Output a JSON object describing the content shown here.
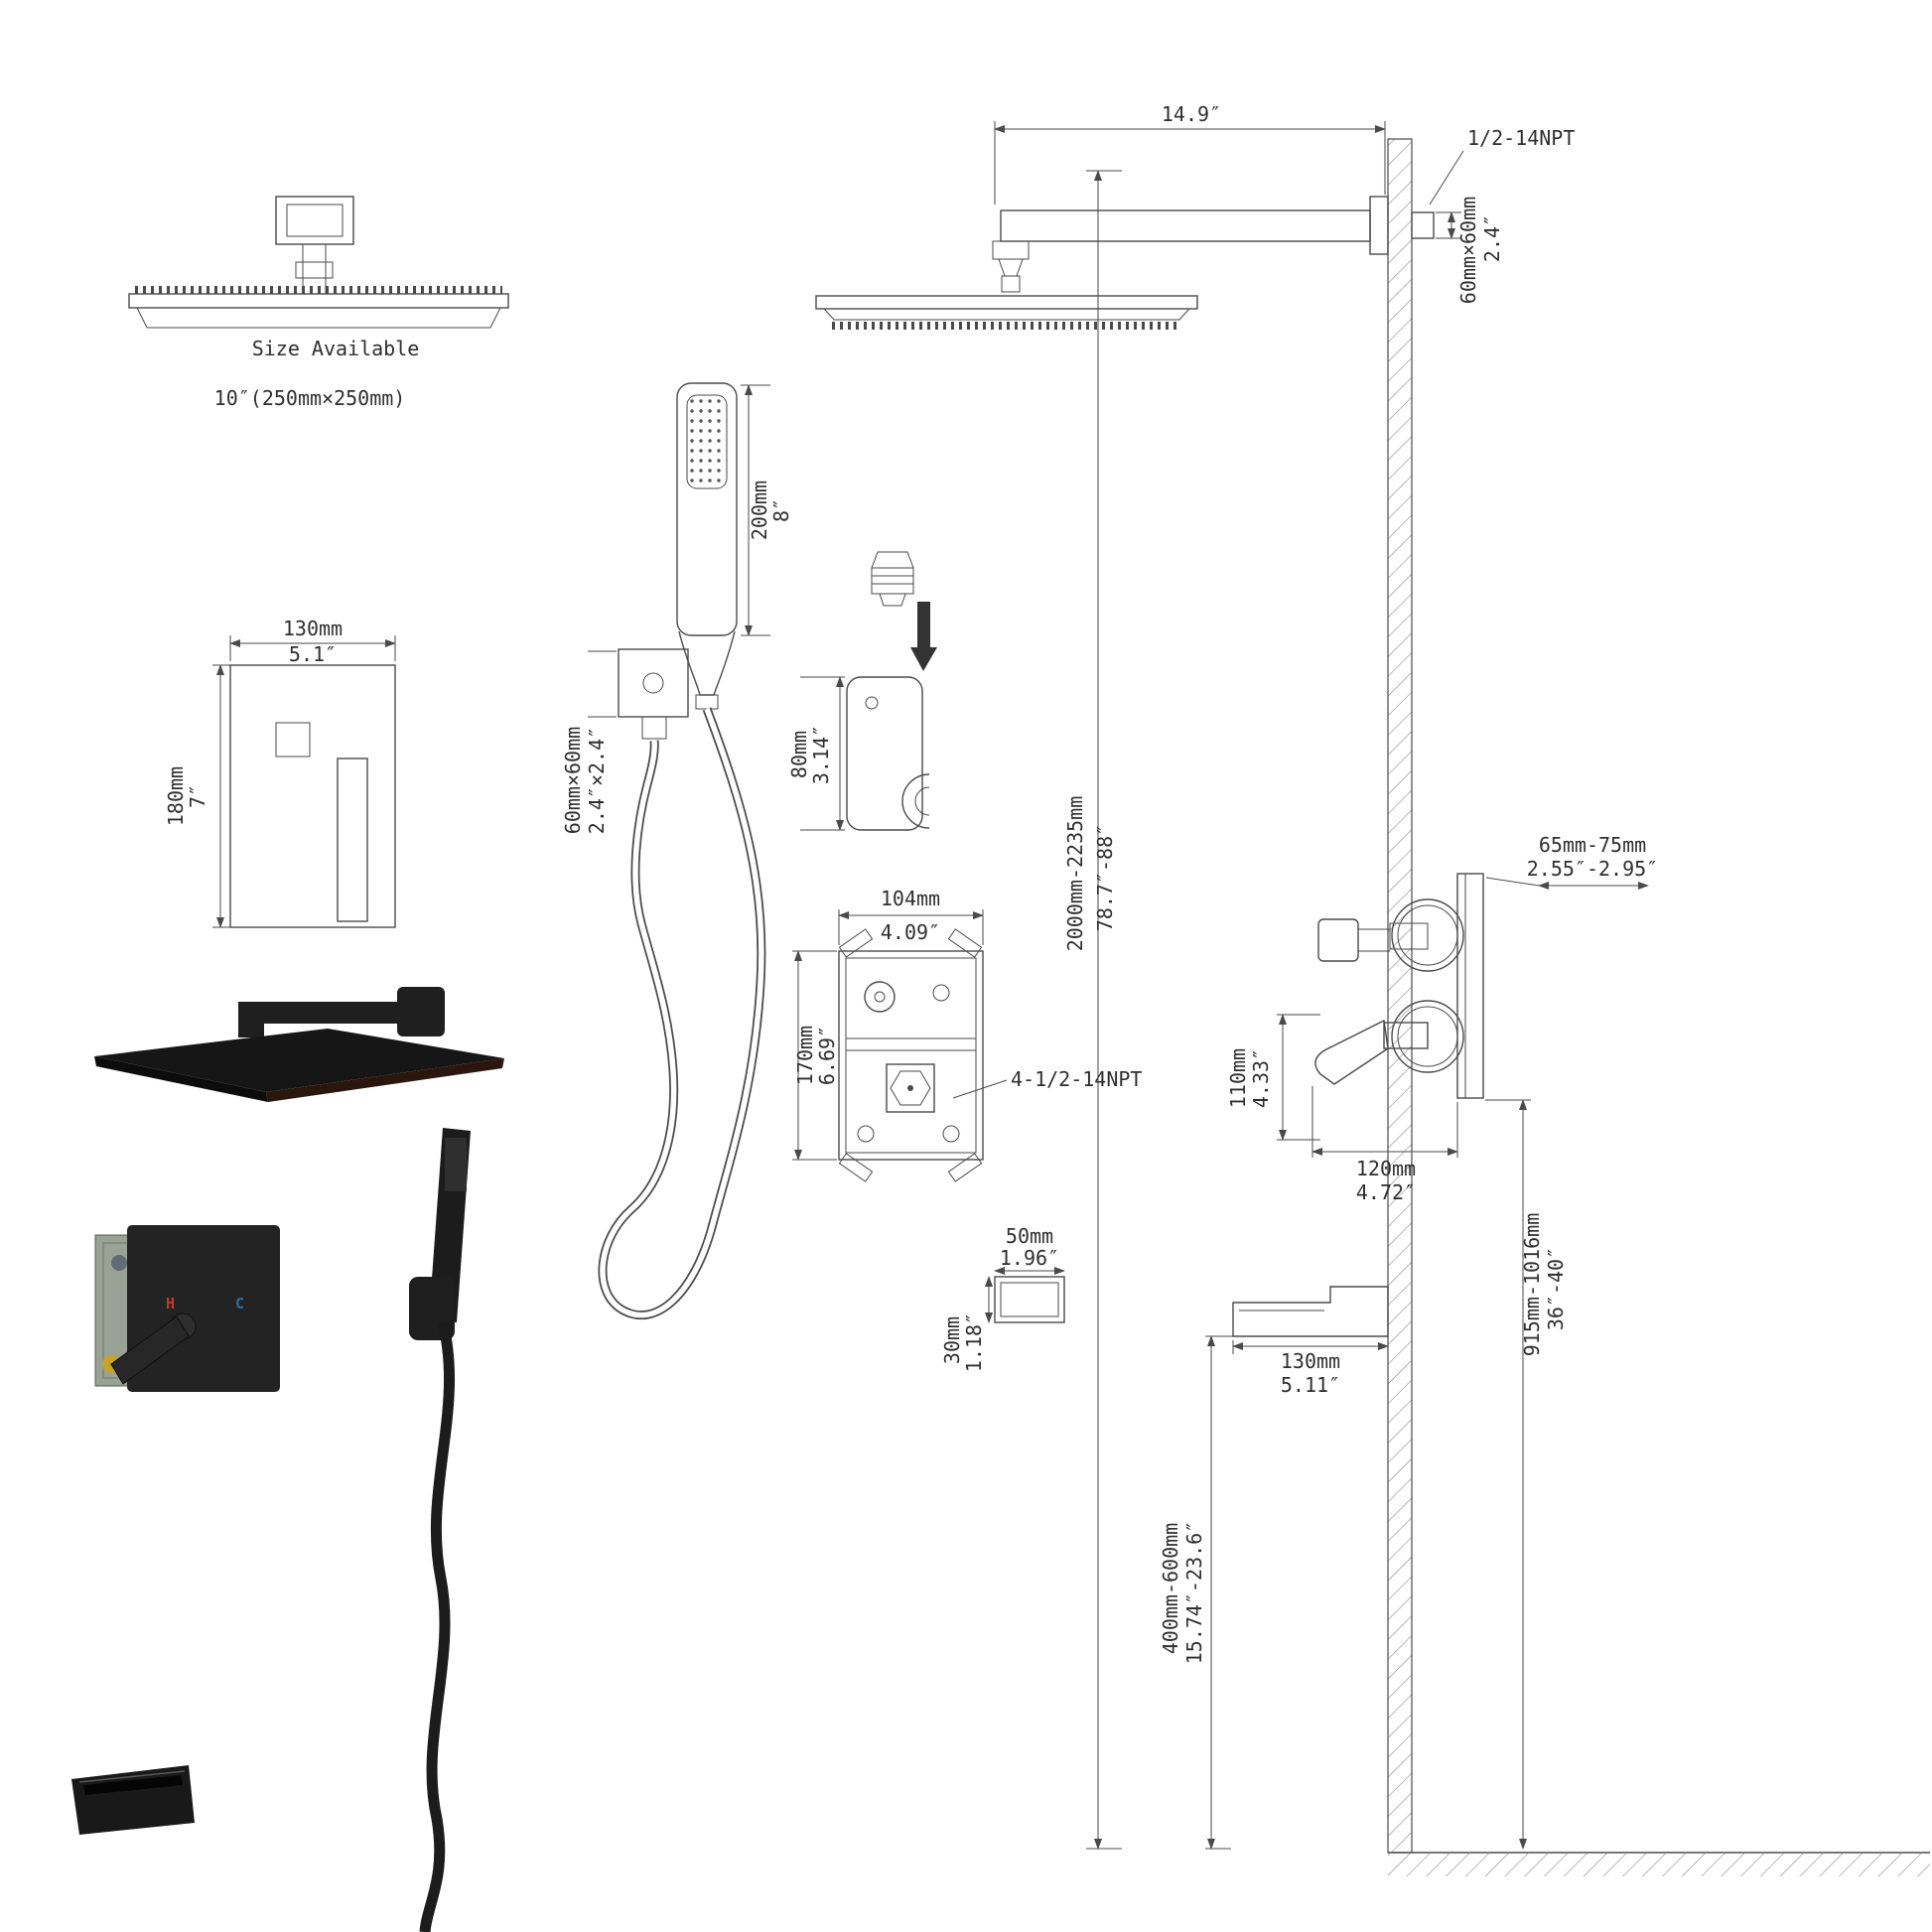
{
  "labels": {
    "size_available": "Size Available",
    "head_size": "10″(250mm×250mm)",
    "arm_length_in": "14.9″",
    "arm_npt": "1/2-14NPT",
    "arm_section_mm": "60mm×60mm",
    "arm_section_in": "2.4″",
    "trim_width_mm": "130mm",
    "trim_width_in": "5.1″",
    "trim_height_mm": "180mm",
    "trim_height_in": "7″",
    "hand_length_mm": "200mm",
    "hand_length_in": "8″",
    "bracket_mm": "60mm×60mm",
    "bracket_in": "2.4″×2.4″",
    "holder_mm": "80mm",
    "holder_in": "3.14″",
    "valve_w_mm": "104mm",
    "valve_w_in": "4.09″",
    "valve_h_mm": "170mm",
    "valve_h_in": "6.69″",
    "valve_npt": "4-1/2-14NPT",
    "height_mm": "2000mm-2235mm",
    "height_in": "78.7″-88″",
    "depth_mm": "65mm-75mm",
    "depth_in": "2.55″-2.95″",
    "handle_h_mm": "110mm",
    "handle_h_in": "4.33″",
    "handle_w_mm": "120mm",
    "handle_w_in": "4.72″",
    "valve_height_mm": "915mm-1016mm",
    "valve_height_in": "36″-40″",
    "spout_height_mm": "400mm-600mm",
    "spout_height_in": "15.74″-23.6″",
    "spout_len_mm": "130mm",
    "spout_len_in": "5.11″",
    "spout_w_mm": "50mm",
    "spout_w_in": "1.96″",
    "spout_d_mm": "30mm",
    "spout_d_in": "1.18″",
    "hot": "H",
    "cold": "C"
  },
  "colors": {
    "line": "#4a4a4a",
    "text": "#2f2f2f",
    "photo_dark": "#1c1c1c",
    "hot": "#c0392b",
    "cold": "#2e6da4",
    "brass": "#c9a22c"
  }
}
